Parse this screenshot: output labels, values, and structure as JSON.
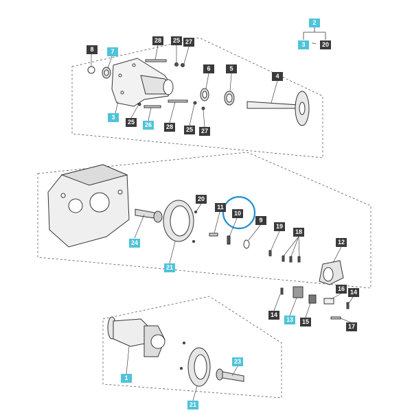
{
  "diagram": {
    "colors": {
      "dark_label": "#3a3a3a",
      "blue_label": "#4fc3d9",
      "highlight": "#1e90d0",
      "line": "#555555"
    },
    "legend": {
      "top": "2",
      "left": "3",
      "sep": "~",
      "right": "20"
    },
    "labels": {
      "l8": "8",
      "l7": "7",
      "l28a": "28",
      "l25a": "25",
      "l27a": "27",
      "l6": "6",
      "l5": "5",
      "l4": "4",
      "l3": "3",
      "l25b": "25",
      "l26": "26",
      "l28b": "28",
      "l25c": "25",
      "l27b": "27",
      "l20": "20",
      "l11": "11",
      "l10": "10",
      "l9": "9",
      "l19": "19",
      "l18": "18",
      "l12": "12",
      "l24": "24",
      "l21a": "21",
      "l16": "16",
      "l14a": "14",
      "l14b": "14",
      "l13": "13",
      "l15": "15",
      "l17": "17",
      "l23": "23",
      "l1": "1",
      "l21b": "21"
    },
    "highlighted_part": "10"
  }
}
